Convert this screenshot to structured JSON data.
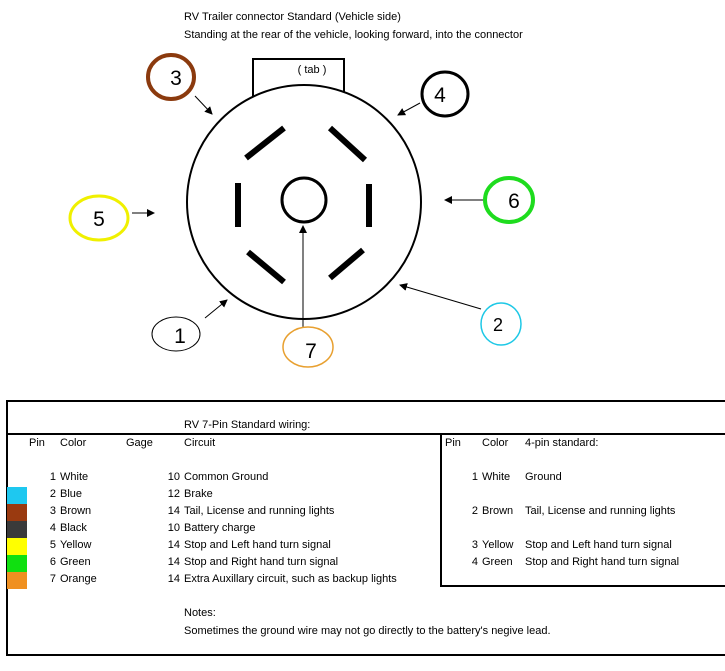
{
  "diagram": {
    "title": "RV Trailer connector Standard (Vehicle side)",
    "subtitle": "Standing at the rear of the vehicle, looking forward, into the connector",
    "tab_label": "( tab )",
    "pin_labels": [
      {
        "id": "1",
        "color": "#000000"
      },
      {
        "id": "2",
        "color": "#1ec8e6"
      },
      {
        "id": "3",
        "color": "#8b3a0e"
      },
      {
        "id": "4",
        "color": "#000000"
      },
      {
        "id": "5",
        "color": "#f0f000"
      },
      {
        "id": "6",
        "color": "#1edc1e"
      },
      {
        "id": "7",
        "color": "#e8a030"
      }
    ]
  },
  "wiring": {
    "title": "RV 7-Pin Standard wiring:",
    "headers": {
      "pin": "Pin",
      "color": "Color",
      "gage": "Gage",
      "circuit": "Circuit"
    },
    "rows": [
      {
        "pin": "1",
        "color": "White",
        "gage": "10",
        "circuit": "Common Ground",
        "swatch": ""
      },
      {
        "pin": "2",
        "color": "Blue",
        "gage": "12",
        "circuit": "Brake",
        "swatch": "#1ec8f0"
      },
      {
        "pin": "3",
        "color": "Brown",
        "gage": "14",
        "circuit": "Tail, License and running lights",
        "swatch": "#9a3a10"
      },
      {
        "pin": "4",
        "color": "Black",
        "gage": "10",
        "circuit": "Battery charge",
        "swatch": "#3a3a3a"
      },
      {
        "pin": "5",
        "color": "Yellow",
        "gage": "14",
        "circuit": "Stop and Left hand turn signal",
        "swatch": "#ffff00"
      },
      {
        "pin": "6",
        "color": "Green",
        "gage": "14",
        "circuit": "Stop and Right hand turn signal",
        "swatch": "#10e010"
      },
      {
        "pin": "7",
        "color": "Orange",
        "gage": "14",
        "circuit": "Extra Auxillary circuit, such as backup lights",
        "swatch": "#f09020"
      }
    ],
    "notes_label": "Notes:",
    "notes_text": "Sometimes the ground wire may not go directly to the battery's negive lead."
  },
  "four_pin": {
    "headers": {
      "pin": "Pin",
      "color": "Color",
      "standard": "4-pin standard:"
    },
    "rows": [
      {
        "pin": "1",
        "color": "White",
        "circuit": "Ground"
      },
      {
        "pin": "2",
        "color": "Brown",
        "circuit": "Tail, License and running lights"
      },
      {
        "pin": "3",
        "color": "Yellow",
        "circuit": "Stop and Left hand turn signal"
      },
      {
        "pin": "4",
        "color": "Green",
        "circuit": "Stop and Right hand turn signal"
      }
    ]
  }
}
